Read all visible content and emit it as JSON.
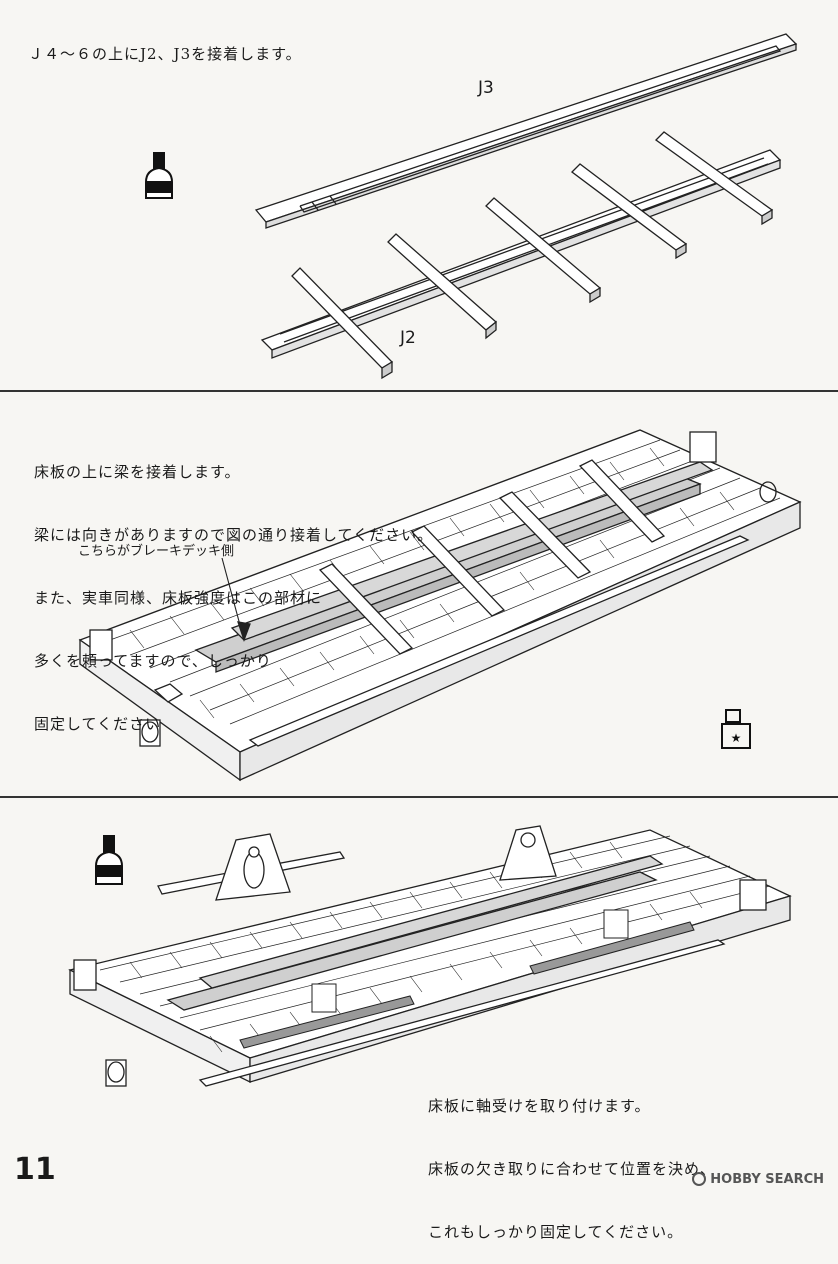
{
  "step1": {
    "instruction": "Ｊ４～６の上にJ2、J3を接着します。",
    "label_j3": "J3",
    "label_j2": "J2",
    "icon": "glue-bottle-icon"
  },
  "step2": {
    "instruction_lines": [
      "床板の上に梁を接着します。",
      "梁には向きがありますので図の通り接着してください。",
      "また、実車同様、床板強度はこの部材に",
      "多くを頼ってますので、しっかり",
      "固定してください"
    ],
    "callout": "こちらがブレーキデッキ側",
    "icon": "assembly-mark-icon"
  },
  "step3": {
    "instruction_lines": [
      "床板に軸受けを取り付けます。",
      "床板の欠き取りに合わせて位置を決め、",
      "これもしっかり固定してください。"
    ],
    "icon": "glue-bottle-icon"
  },
  "footer": {
    "page_number": "11",
    "watermark": "HOBBY SEARCH"
  }
}
